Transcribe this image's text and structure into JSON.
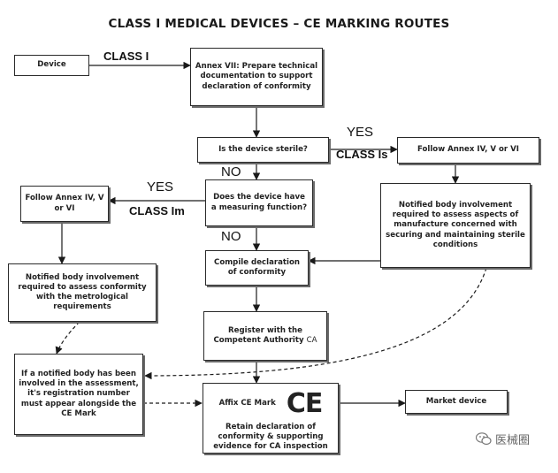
{
  "title": "CLASS I MEDICAL DEVICES – CE MARKING ROUTES",
  "nodes": {
    "device": "Device",
    "annex_vii": "Annex VII: Prepare technical documentation to support declaration of conformity",
    "sterile_q": "Is the device sterile?",
    "follow_annex_sterile": "Follow Annex IV, V or VI",
    "nb_sterile": "Notified body involvement required to assess aspects of manufacture concerned with securing and maintaining sterile conditions",
    "measuring_q": "Does the device have a measuring function?",
    "follow_annex_measuring": "Follow Annex IV, V or VI",
    "nb_metrological": "Notified body involvement required to assess conformity with the metrological requirements",
    "compile": "Compile declaration of conformity",
    "register": "Register with the Competent Authority",
    "register_ca": "CA",
    "nb_registration": "If a notified body has been involved in the assessment, it's registration number must appear alongside the CE Mark",
    "affix_ce": "Affix CE Mark",
    "ce_symbol": "CE",
    "retain": "Retain declaration of conformity & supporting evidence for CA inspection",
    "market": "Market device"
  },
  "labels": {
    "class_i": "CLASS I",
    "yes_sterile": "YES",
    "class_is": "CLASS Is",
    "no_sterile": "NO",
    "yes_measuring": "YES",
    "class_im": "CLASS Im",
    "no_measuring": "NO"
  },
  "watermark": {
    "icon": "wechat-icon",
    "text": "医械圈"
  }
}
